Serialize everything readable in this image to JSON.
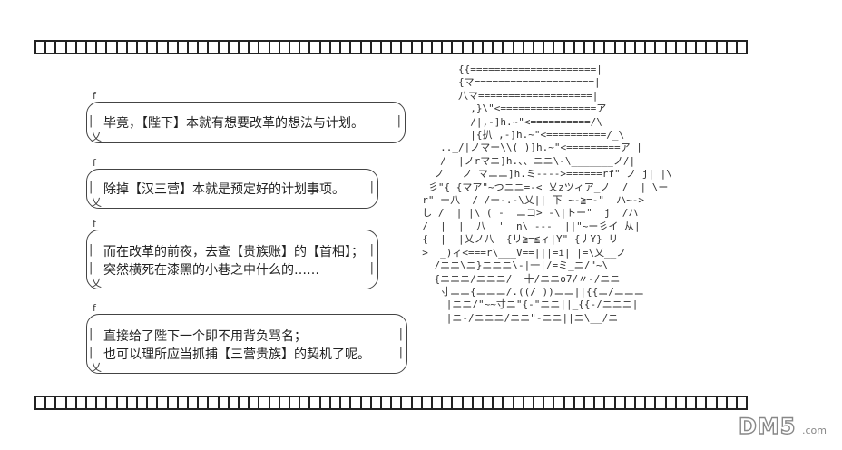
{
  "bubbles": [
    {
      "lines": [
        "毕竟，【陛下】本就有想要改革的想法与计划。"
      ]
    },
    {
      "lines": [
        "除掉【汉三营】本就是预定好的计划事项。"
      ]
    },
    {
      "lines": [
        "而在改革的前夜，去查【贵族账】的【首相】；",
        "突然横死在漆黑的小巷之中什么的……"
      ]
    },
    {
      "lines": [
        "直接给了陛下一个即不用背负骂名；",
        "也可以理所应当抓捕【三营贵族】的契机了呢。"
      ]
    }
  ],
  "watermark": {
    "main": "DM5",
    "suffix": ".com"
  }
}
